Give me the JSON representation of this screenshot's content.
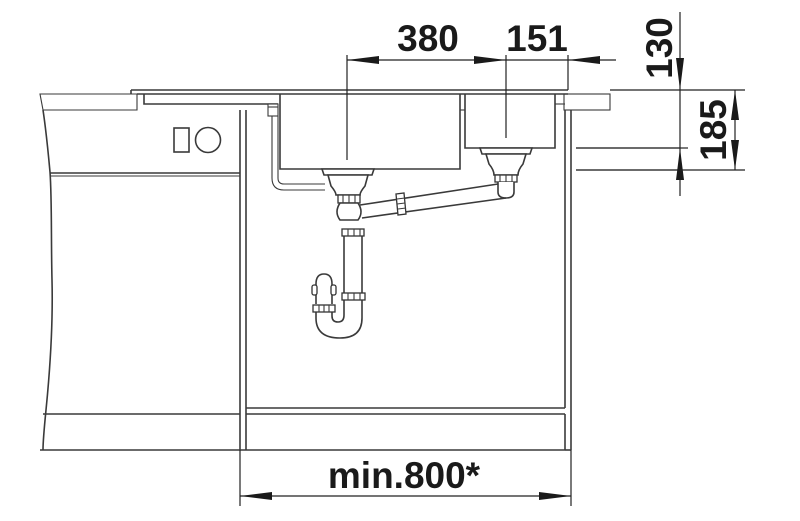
{
  "diagram": {
    "type": "sink-installation-section-drawing",
    "colors": {
      "line": "#3a3a3a",
      "dimension": "#1a1a1a",
      "background": "#ffffff"
    },
    "dimensions": {
      "main_bowl_width": "380",
      "secondary_bowl_width": "151",
      "depth_top": "130",
      "depth_side": "185",
      "cabinet_min_width": "min.800*"
    },
    "components": [
      "countertop-hatched-left",
      "countertop-hatched-right",
      "sink-rim",
      "main-bowl",
      "secondary-bowl",
      "main-drain-strainer",
      "secondary-drain-strainer",
      "connecting-waste-pipe",
      "overflow-pipe",
      "p-trap-siphon",
      "dishwasher-left",
      "dishwasher-control-rect",
      "dishwasher-control-circle",
      "base-cabinet",
      "cabinet-plinth",
      "right-cabinet"
    ]
  }
}
